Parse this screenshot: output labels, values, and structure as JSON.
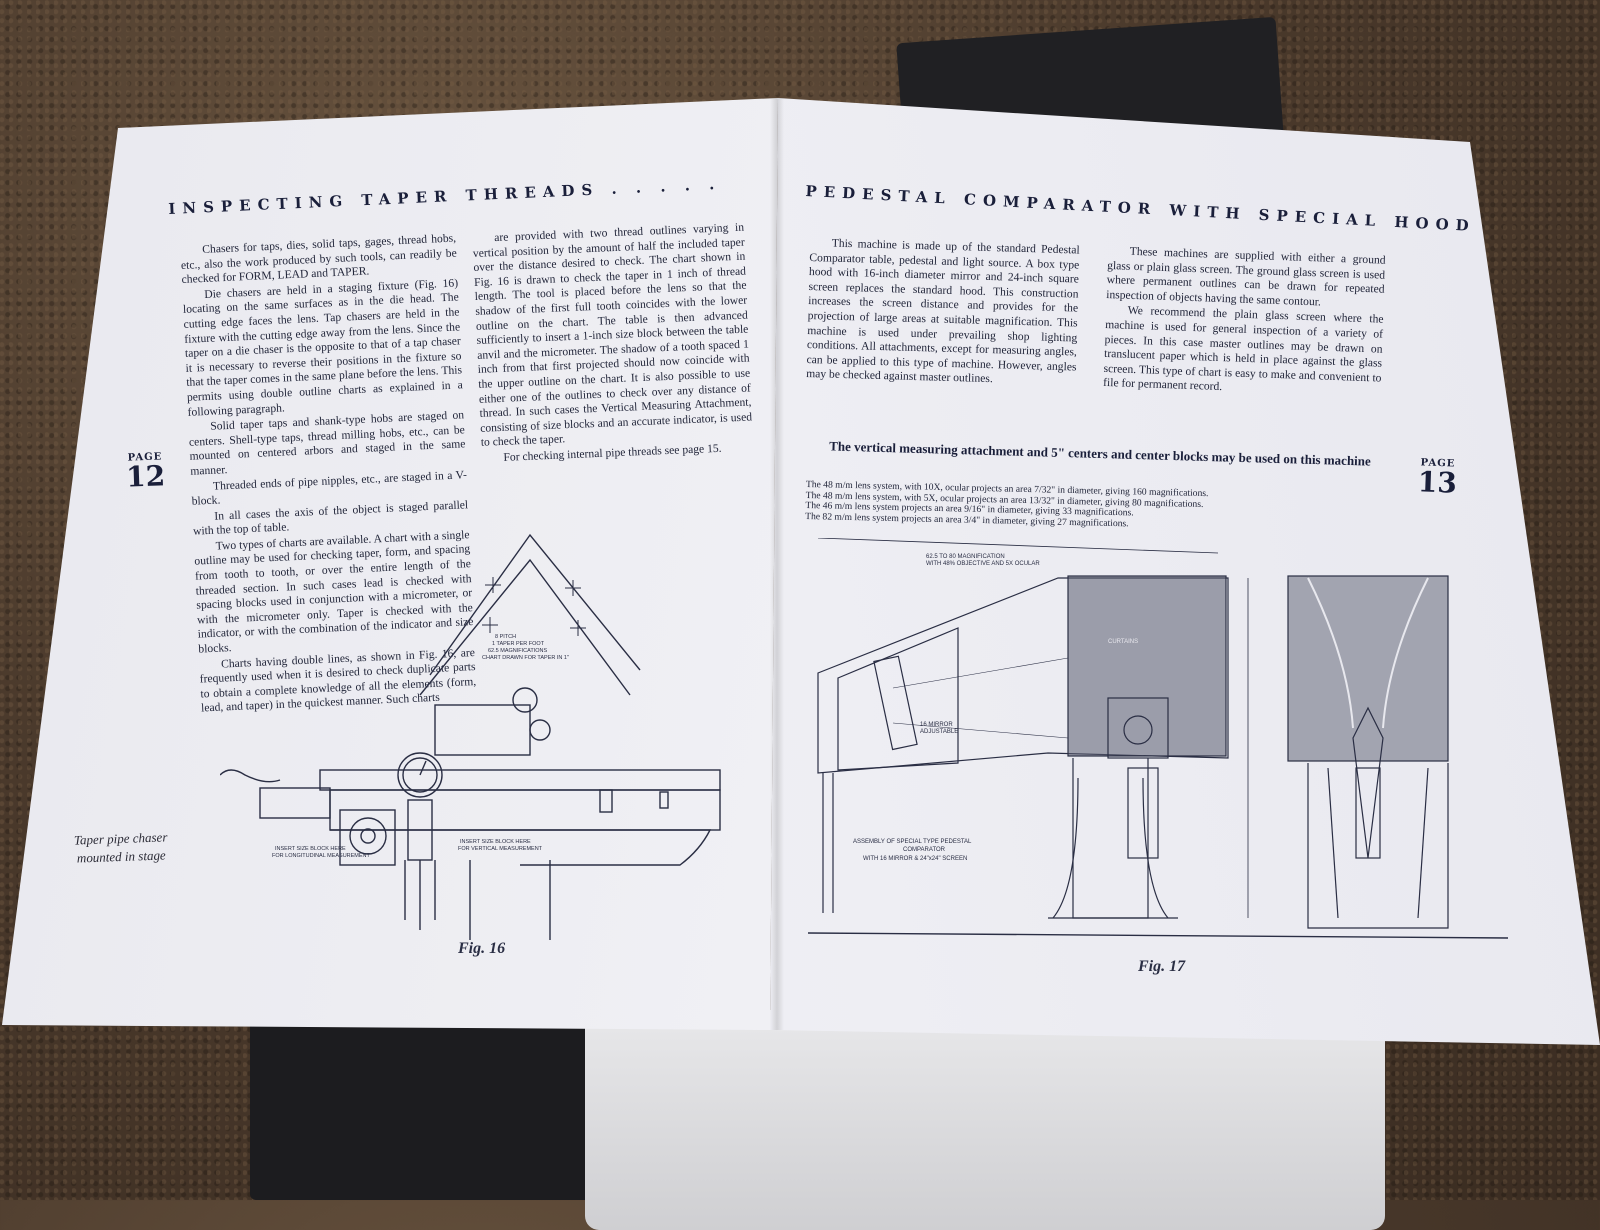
{
  "left_page": {
    "heading": "INSPECTING TAPER THREADS . . . . .",
    "page_word": "PAGE",
    "page_number": "12",
    "col1": [
      "Chasers for taps, dies, solid taps, gages, thread hobs, etc., also the work produced by such tools, can readily be checked for FORM, LEAD and TAPER.",
      "Die chasers are held in a staging fixture (Fig. 16) locating on the same surfaces as in the die head. The cutting edge faces the lens. Tap chasers are held in the fixture with the cutting edge away from the lens. Since the taper on a die chaser is the opposite to that of a tap chaser it is necessary to reverse their positions in the fixture so that the taper comes in the same plane before the lens. This permits using double outline charts as explained in a following paragraph.",
      "Solid taper taps and shank-type hobs are staged on centers. Shell-type taps, thread milling hobs, etc., can be mounted on centered arbors and staged in the same manner.",
      "Threaded ends of pipe nipples, etc., are staged in a V-block.",
      "In all cases the axis of the object is staged parallel with the top of table.",
      "Two types of charts are available. A chart with a single outline may be used for checking taper, form, and spacing from tooth to tooth, or over the entire length of the threaded section. In such cases lead is checked with spacing blocks used in conjunction with a micrometer, or with the micrometer only. Taper is checked with the indicator, or with the combination of the indicator and size blocks.",
      "Charts having double lines, as shown in Fig. 16, are frequently used when it is desired to check duplicate parts to obtain a complete knowledge of all the elements (form, lead, and taper) in the quickest manner. Such charts"
    ],
    "col2": [
      "are provided with two thread outlines varying in vertical position by the amount of half the included taper over the distance desired to check. The chart shown in Fig. 16 is drawn to check the taper in 1 inch of thread length. The tool is placed before the lens so that the shadow of the first full tooth coincides with the lower outline on the chart. The table is then advanced sufficiently to insert a 1-inch size block between the table anvil and the micrometer. The shadow of a tooth spaced 1 inch from that first projected should now coincide with the upper outline on the chart. It is also possible to use either one of the outlines to check over any distance of thread. In such cases the Vertical Measuring Attachment, consisting of size blocks and an accurate indicator, is used to check the taper.",
      "For checking internal pipe threads see page 15."
    ],
    "side_caption": [
      "Taper pipe chaser",
      "mounted in stage"
    ],
    "figure_caption": "Fig. 16",
    "drawing_notes": {
      "chart_note": [
        "8 PITCH",
        "1 TAPER PER FOOT",
        "62.5 MAGNIFICATIONS",
        "CHART DRAWN FOR TAPER IN 1\""
      ],
      "block_left": [
        "INSERT SIZE BLOCK HERE",
        "FOR LONGITUDINAL MEASUREMENT"
      ],
      "block_right": [
        "INSERT SIZE BLOCK HERE",
        "FOR VERTICAL MEASUREMENT"
      ]
    }
  },
  "right_page": {
    "heading": "PEDESTAL COMPARATOR WITH SPECIAL HOOD",
    "page_word": "PAGE",
    "page_number": "13",
    "col1": [
      "This machine is made up of the standard Pedestal Comparator table, pedestal and light source. A box type hood with 16-inch diameter mirror and 24-inch square screen replaces the standard hood. This construction increases the screen distance and provides for the projection of large areas at suitable magnification. This machine is used under prevailing shop lighting conditions. All attachments, except for measuring angles, can be applied to this type of machine. However, angles may be checked against master outlines."
    ],
    "col2": [
      "These machines are supplied with either a ground glass or plain glass screen. The ground glass screen is used where permanent outlines can be drawn for repeated inspection of objects having the same contour.",
      "We recommend the plain glass screen where the machine is used for general inspection of a variety of pieces. In this case master outlines may be drawn on translucent paper which is held in place against the glass screen. This type of chart is easy to make and convenient to file for permanent record."
    ],
    "subheading": "The vertical measuring attachment and 5\" centers and center blocks may be used on this machine",
    "lens_lines": [
      "The 48 m/m lens system, with 10X, ocular projects an area 7/32\" in diameter, giving 160 magnifications.",
      "The 48 m/m lens system, with 5X, ocular projects an area 13/32\" in diameter, giving 80 magnifications.",
      "The 46 m/m lens system projects an area 9/16\" in diameter, giving 33 magnifications.",
      "The 82 m/m lens system projects an area 3/4\" in diameter, giving 27 magnifications."
    ],
    "figure_caption": "Fig. 17",
    "drawing_notes": {
      "assembly": [
        "ASSEMBLY OF SPECIAL TYPE PEDESTAL",
        "COMPARATOR",
        "WITH 16 MIRROR & 24\"x24\" SCREEN"
      ],
      "curtains": "CURTAINS",
      "mirror": [
        "16 MIRROR",
        "ADJUSTABLE"
      ],
      "top_note": [
        "62.5 TO 80 MAGNIFICATION",
        "WITH 48% OBJECTIVE AND 5X OCULAR"
      ]
    }
  },
  "colors": {
    "ink": "#1a1f3a",
    "paper": "#efeff4"
  }
}
